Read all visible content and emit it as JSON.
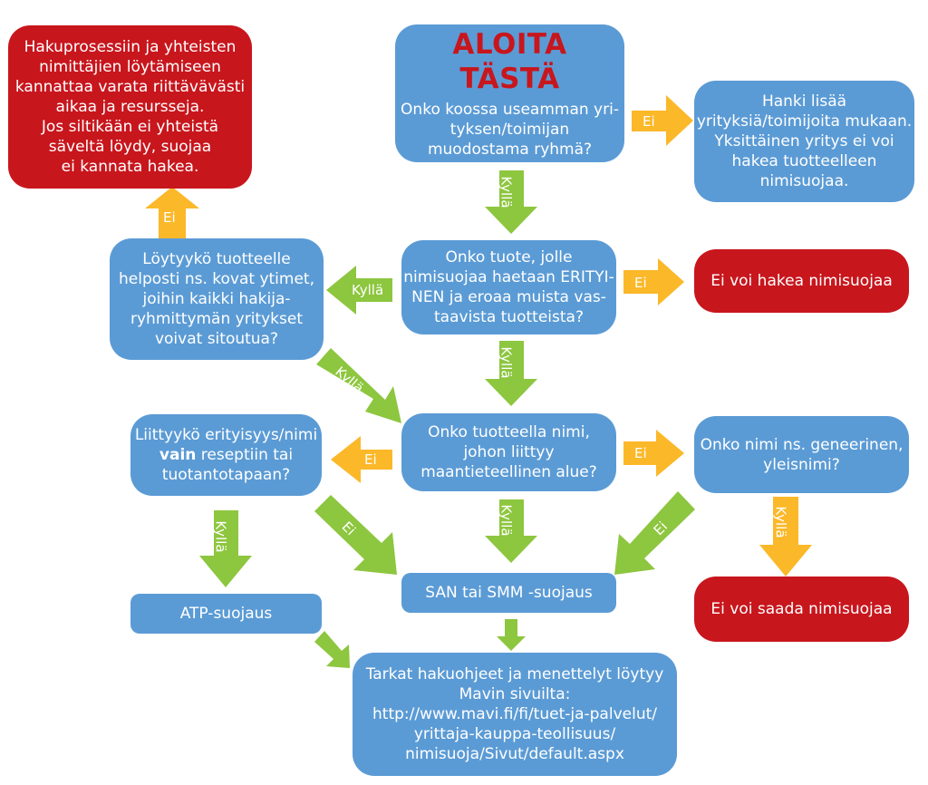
{
  "start": {
    "title": "ALOITA TÄSTÄ",
    "lines": [
      "Onko koossa useamman yri-",
      "tyksen/toimijan",
      "muodostama ryhmä?"
    ]
  },
  "gather_more": {
    "lines": [
      "Hanki lisää",
      "yrityksiä/toimijoita mukaan.",
      "Yksittäinen yritys ei voi",
      "hakea tuotteelleen",
      "nimisuojaa."
    ]
  },
  "unique_question": {
    "lines": [
      "Onko tuote, jolle",
      "nimisuojaa haetaan ERITYI-",
      "NEN ja eroaa muista vas-",
      "taavista tuotteista?"
    ]
  },
  "cannot_apply": {
    "lines": [
      "Ei voi hakea nimisuojaa"
    ]
  },
  "core_question": {
    "lines": [
      "Löytyykö tuotteelle",
      "helposti ns. kovat ytimet,",
      "joihin kaikki hakija-",
      "ryhmittymän yritykset",
      "voivat sitoutua?"
    ]
  },
  "warning": {
    "lines": [
      "Hakuprosessiin ja yhteisten",
      "nimittäjien löytämiseen",
      "kannattaa varata riittävävästi",
      "aikaa ja resursseja.",
      "Jos siltikään ei yhteistä",
      "säveltä löydy, suojaa",
      "ei kannata hakea."
    ]
  },
  "geo_question": {
    "lines": [
      "Onko tuotteella nimi,",
      "johon liittyy",
      "maantieteellinen alue?"
    ]
  },
  "recipe_question": {
    "line1": "Liittyykö erityisyys/nimi",
    "line2_bold": "vain",
    "line2_rest": " reseptiin tai",
    "line3": "tuotantotapaan?"
  },
  "generic_question": {
    "lines": [
      "Onko nimi ns. geneerinen,",
      "yleisnimi?"
    ]
  },
  "cannot_get": {
    "lines": [
      "Ei voi saada nimisuojaa"
    ]
  },
  "san_smm": {
    "lines": [
      "SAN tai SMM -suojaus"
    ]
  },
  "atp": {
    "lines": [
      "ATP-suojaus"
    ]
  },
  "instructions": {
    "lines": [
      "Tarkat hakuohjeet ja menettelyt löytyy",
      "Mavin sivuilta:",
      "http://www.mavi.fi/fi/tuet-ja-palvelut/",
      "yrittaja-kauppa-teollisuus/",
      "nimisuoja/Sivut/default.aspx"
    ]
  },
  "labels": {
    "yes": "Kyllä",
    "no": "Ei"
  },
  "colors": {
    "blue_box": "#5b9bd5",
    "red_box": "#c8161d",
    "yes_arrow": "#8dc63f",
    "no_arrow": "#fbb829"
  }
}
